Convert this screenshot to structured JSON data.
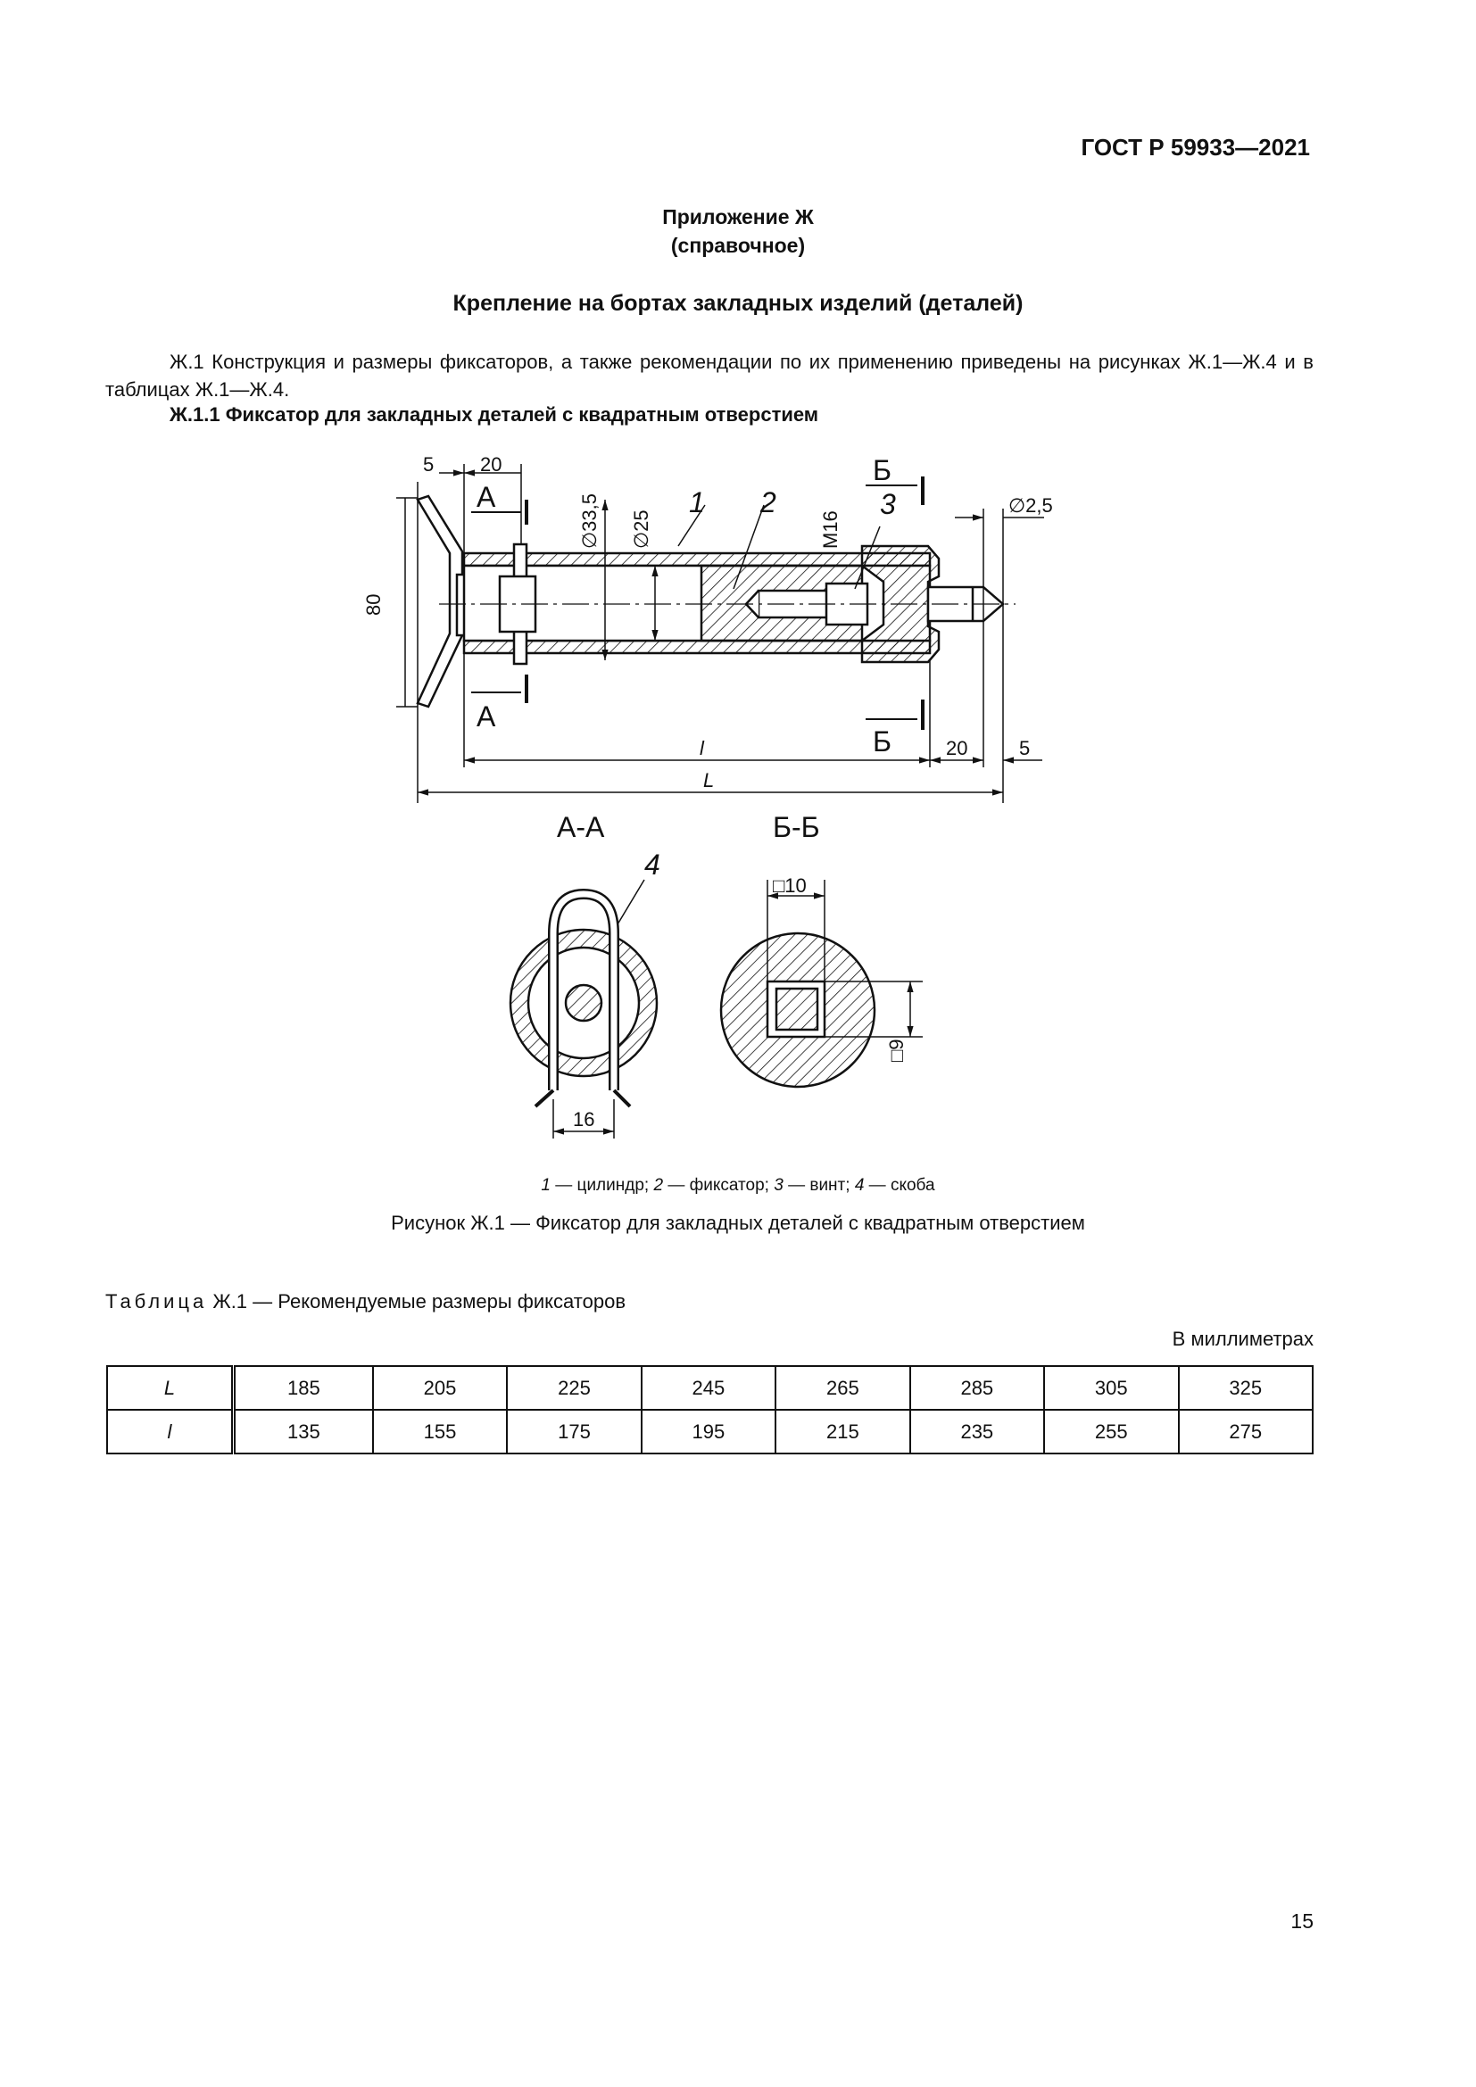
{
  "header": {
    "standard": "ГОСТ Р 59933—2021"
  },
  "appendix": {
    "title": "Приложение Ж",
    "subtitle": "(справочное)"
  },
  "section_heading": "Крепление на бортах закладных изделий (деталей)",
  "paragraph": "Ж.1 Конструкция и размеры фиксаторов, а также рекомендации по их применению приведены на рисунках Ж.1—Ж.4 и в таблицах Ж.1—Ж.4.",
  "subsection_heading": "Ж.1.1 Фиксатор для закладных деталей с квадратным отверстием",
  "drawing": {
    "dims": {
      "d5_left": "5",
      "d20_left": "20",
      "d80": "80",
      "d33": "∅33,5",
      "d25": "∅25",
      "m16": "M16",
      "d25_pin": "∅2,5",
      "l": "l",
      "L": "L",
      "d20_right": "20",
      "d5_right": "5",
      "sq10": "□10",
      "sq9": "□9",
      "d16": "16"
    },
    "positions": {
      "p1": "1",
      "p2": "2",
      "p3": "3",
      "p4": "4"
    },
    "section_marks": {
      "a": "А",
      "b": "Б"
    },
    "section_titles": {
      "aa": "А-А",
      "bb": "Б-Б"
    }
  },
  "legend": {
    "n1": "1",
    "t1": " — цилиндр; ",
    "n2": "2",
    "t2": " — фиксатор; ",
    "n3": "3",
    "t3": " — винт; ",
    "n4": "4",
    "t4": " — скоба"
  },
  "figure_caption": "Рисунок Ж.1 — Фиксатор для закладных деталей с квадратным отверстием",
  "table": {
    "label": "Таблица",
    "title": " Ж.1 — Рекомендуемые размеры фиксаторов",
    "units": "В миллиметрах",
    "rows": [
      {
        "name": "L",
        "values": [
          "185",
          "205",
          "225",
          "245",
          "265",
          "285",
          "305",
          "325"
        ]
      },
      {
        "name": "l",
        "values": [
          "135",
          "155",
          "175",
          "195",
          "215",
          "235",
          "255",
          "275"
        ]
      }
    ]
  },
  "page_number": "15"
}
